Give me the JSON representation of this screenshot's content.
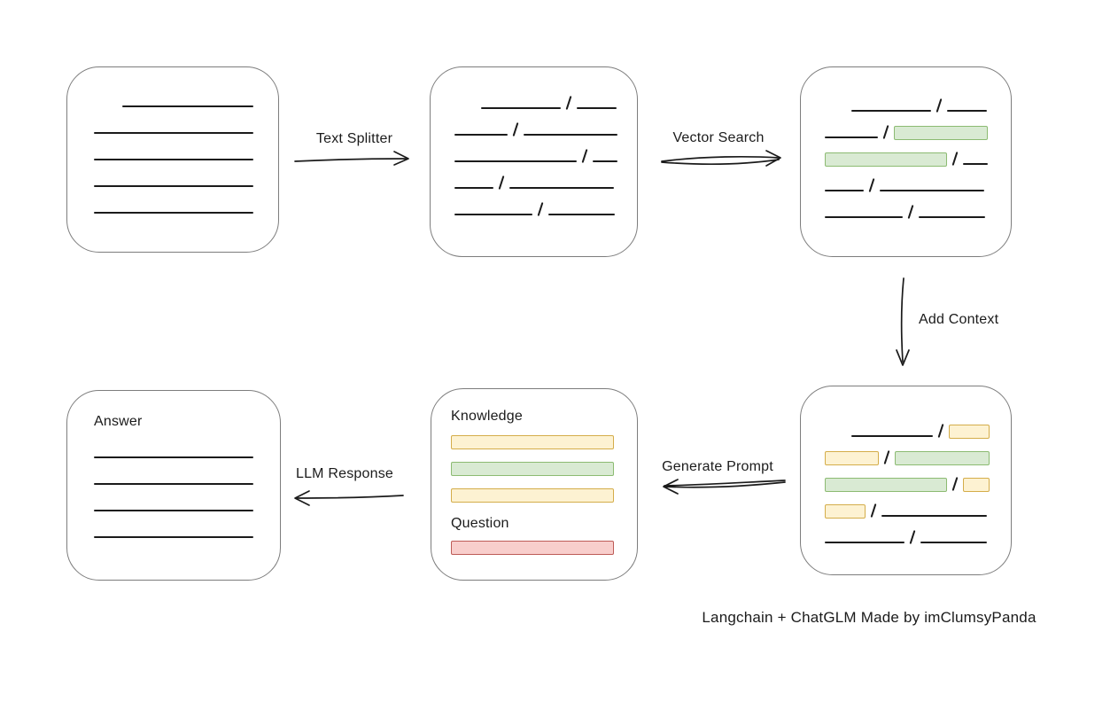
{
  "caption": "Langchain + ChatGLM Made by imClumsyPanda",
  "labels": {
    "text_splitter": "Text Splitter",
    "vector_search": "Vector Search",
    "add_context": "Add Context",
    "generate_prompt": "Generate Prompt",
    "llm_response": "LLM Response",
    "knowledge": "Knowledge",
    "question": "Question",
    "answer": "Answer"
  },
  "colors": {
    "ink": "#1b1b1b",
    "box_stroke": "#7d7d7d",
    "green_fill": "#d9ead3",
    "green_stroke": "#8cbb72",
    "yellow_fill": "#fdf2d2",
    "yellow_stroke": "#d4ad4a",
    "red_fill": "#f8cecc",
    "red_stroke": "#bd5b57"
  },
  "boxes": {
    "document": {
      "rows": [
        [
          {
            "t": "gap",
            "w": 32
          },
          {
            "t": "line",
            "w": 148
          }
        ],
        [
          {
            "t": "line",
            "w": 180
          }
        ],
        [
          {
            "t": "line",
            "w": 180
          }
        ],
        [
          {
            "t": "line",
            "w": 180
          }
        ],
        [
          {
            "t": "line",
            "w": 180
          }
        ]
      ]
    },
    "chunks": {
      "rows": [
        [
          {
            "t": "gap",
            "w": 30
          },
          {
            "t": "line",
            "w": 90
          },
          {
            "t": "slash"
          },
          {
            "t": "line",
            "w": 45
          }
        ],
        [
          {
            "t": "line",
            "w": 60
          },
          {
            "t": "slash"
          },
          {
            "t": "line",
            "w": 106
          }
        ],
        [
          {
            "t": "line",
            "w": 138
          },
          {
            "t": "slash"
          },
          {
            "t": "line",
            "w": 28
          }
        ],
        [
          {
            "t": "line",
            "w": 44
          },
          {
            "t": "slash"
          },
          {
            "t": "line",
            "w": 118
          }
        ],
        [
          {
            "t": "line",
            "w": 88
          },
          {
            "t": "slash"
          },
          {
            "t": "line",
            "w": 75
          }
        ]
      ]
    },
    "matched_chunks": {
      "rows": [
        [
          {
            "t": "gap",
            "w": 30
          },
          {
            "t": "line",
            "w": 90
          },
          {
            "t": "slash"
          },
          {
            "t": "line",
            "w": 45
          }
        ],
        [
          {
            "t": "line",
            "w": 60
          },
          {
            "t": "slash"
          },
          {
            "t": "rect",
            "c": "green",
            "w": 106
          }
        ],
        [
          {
            "t": "rect",
            "c": "green",
            "w": 138
          },
          {
            "t": "slash"
          },
          {
            "t": "line",
            "w": 28
          }
        ],
        [
          {
            "t": "line",
            "w": 44
          },
          {
            "t": "slash"
          },
          {
            "t": "line",
            "w": 118
          }
        ],
        [
          {
            "t": "line",
            "w": 88
          },
          {
            "t": "slash"
          },
          {
            "t": "line",
            "w": 75
          }
        ]
      ]
    },
    "context_chunks": {
      "rows": [
        [
          {
            "t": "gap",
            "w": 30
          },
          {
            "t": "line",
            "w": 92
          },
          {
            "t": "slash"
          },
          {
            "t": "rect",
            "c": "yellow",
            "w": 46
          }
        ],
        [
          {
            "t": "rect",
            "c": "yellow",
            "w": 61
          },
          {
            "t": "slash"
          },
          {
            "t": "rect",
            "c": "green",
            "w": 107
          }
        ],
        [
          {
            "t": "rect",
            "c": "green",
            "w": 138
          },
          {
            "t": "slash"
          },
          {
            "t": "rect",
            "c": "yellow",
            "w": 30
          }
        ],
        [
          {
            "t": "rect",
            "c": "yellow",
            "w": 46
          },
          {
            "t": "slash"
          },
          {
            "t": "line",
            "w": 119
          }
        ],
        [
          {
            "t": "line",
            "w": 90
          },
          {
            "t": "slash"
          },
          {
            "t": "line",
            "w": 75
          }
        ]
      ]
    },
    "prompt": {
      "knowledge_bars": [
        "yellow",
        "green",
        "yellow"
      ],
      "question_bars": [
        "red"
      ]
    },
    "answer": {
      "rows": [
        [
          {
            "t": "line",
            "w": 180
          }
        ],
        [
          {
            "t": "line",
            "w": 180
          }
        ],
        [
          {
            "t": "line",
            "w": 180
          }
        ],
        [
          {
            "t": "line",
            "w": 180
          }
        ]
      ]
    }
  }
}
